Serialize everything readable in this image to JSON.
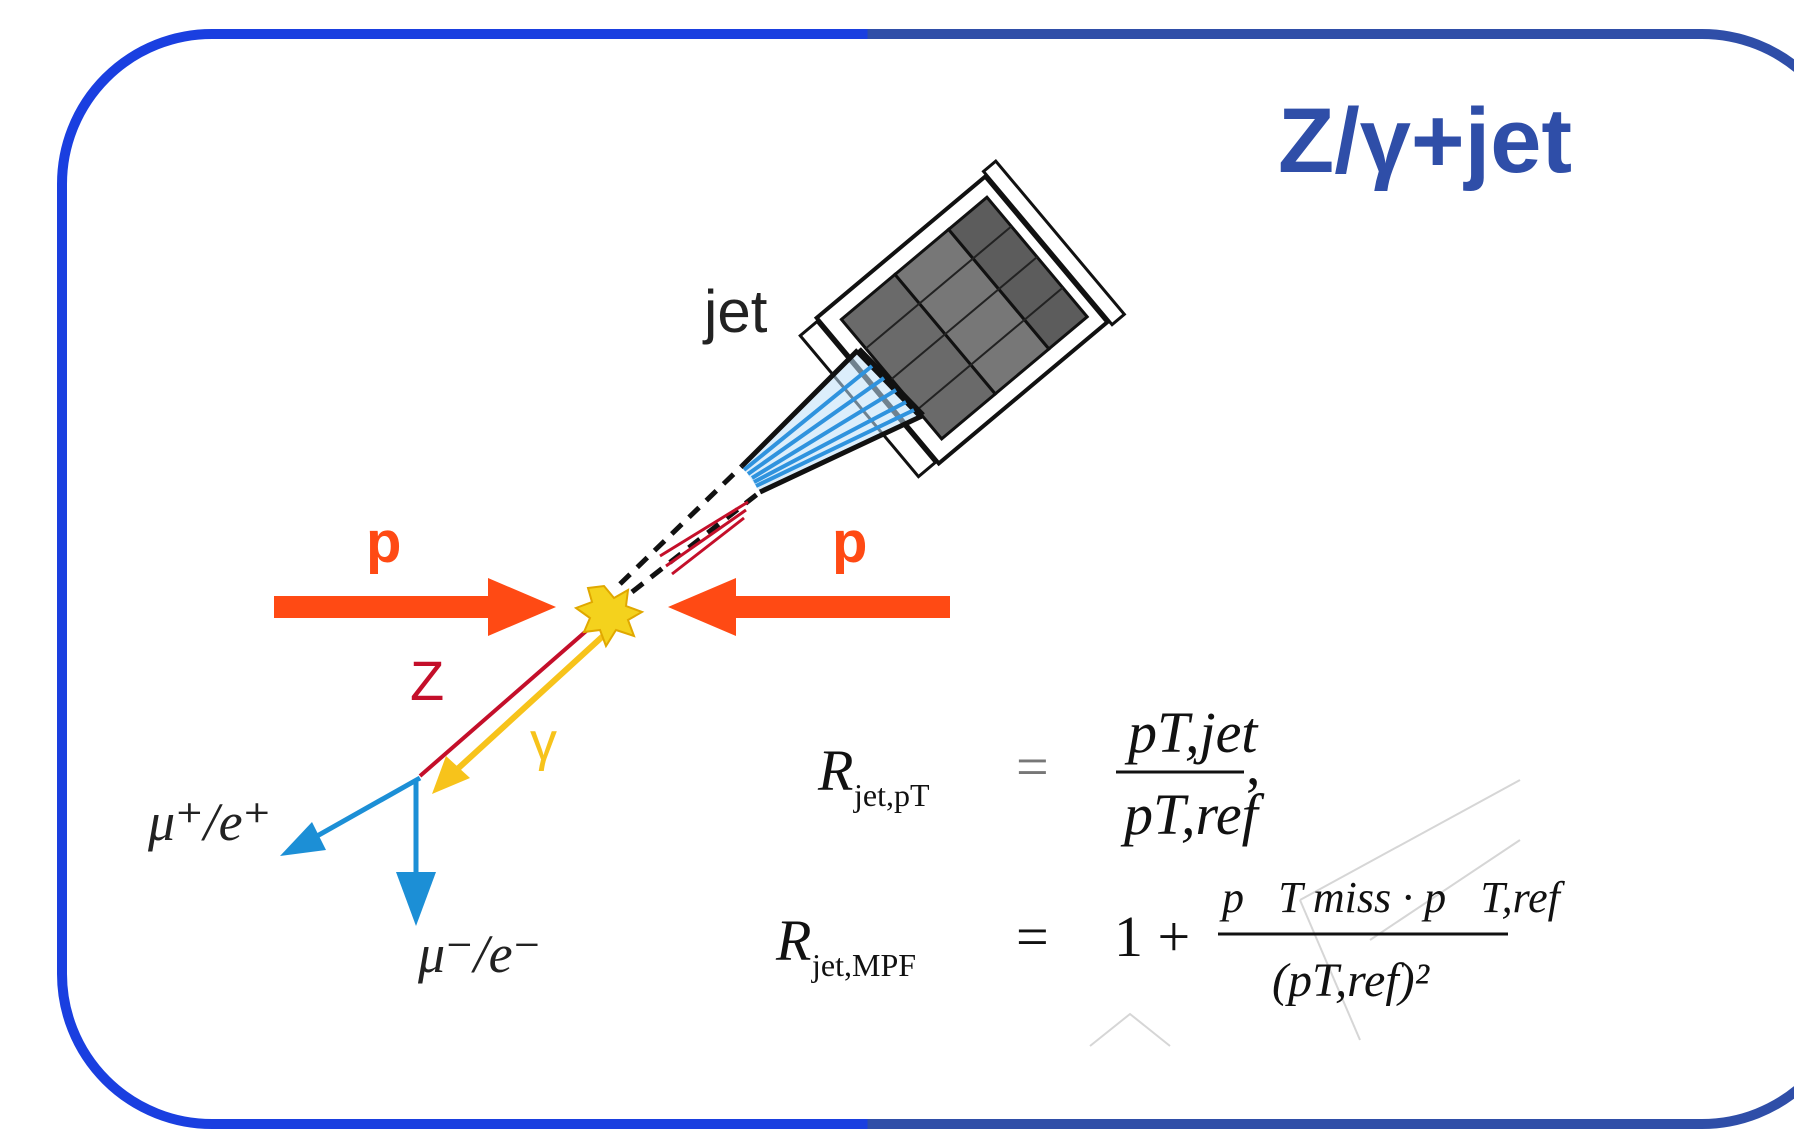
{
  "title": "Z/γ+jet",
  "labels": {
    "jet": "jet",
    "proton_left": "p",
    "proton_right": "p",
    "z_boson": "Z",
    "photon": "γ",
    "lepton_plus": "μ⁺/e⁺",
    "lepton_minus": "μ⁻/e⁻"
  },
  "equations": {
    "r_pt": {
      "lhs": "R",
      "lhs_sub": "jet,pT",
      "equals": "=",
      "numerator": "pT,jet",
      "denominator": "pT,ref",
      "trailing": ","
    },
    "r_mpf": {
      "lhs": "R",
      "lhs_sub": "jet,MPF",
      "equals": "=",
      "one_plus": "1 +",
      "numerator": "p⃗T miss · p⃗T,ref",
      "denominator": "(pT,ref)²"
    }
  },
  "colors": {
    "frame_left": "#1a3fe0",
    "frame_right": "#2f4ea8",
    "title": "#2f4ea8",
    "proton_arrow": "#ff4a14",
    "proton_label": "#ff4a14",
    "z_line": "#c40f2a",
    "photon_line": "#f7c31b",
    "lepton_line": "#1c8fd6",
    "jet_cone_fill": "#2f93de",
    "collision_star": "#f4d21d",
    "calorimeter_fill": "#6a6a6a"
  }
}
